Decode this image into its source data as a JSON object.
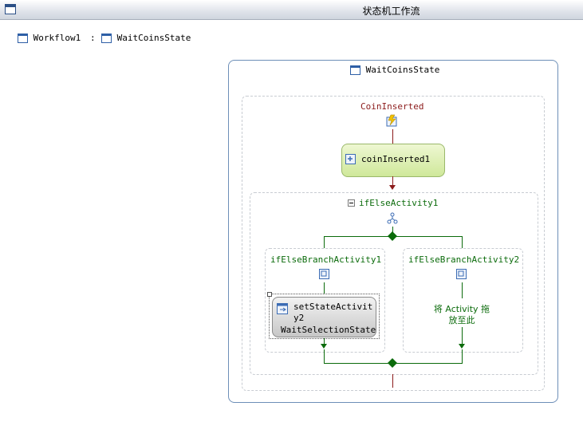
{
  "window": {
    "title": "状态机工作流"
  },
  "breadcrumb": {
    "root": "Workflow1",
    "separator": ":",
    "current": "WaitCoinsState"
  },
  "state": {
    "title": "WaitCoinsState"
  },
  "event_driven": {
    "label": "CoinInserted"
  },
  "handle_external_event": {
    "label": "coinInserted1"
  },
  "if_else": {
    "label": "ifElseActivity1"
  },
  "branch1": {
    "label": "ifElseBranchActivity1"
  },
  "branch2": {
    "label": "ifElseBranchActivity2",
    "drop_hint": "将 Activity 拖\n放至此"
  },
  "set_state": {
    "name_line1": "setStateActivit",
    "name_line2": "y2",
    "target": "WaitSelectionState"
  },
  "colors": {
    "frame": "#6d8fb8",
    "dark_red": "#8b1a1a",
    "green": "#0b6b0b",
    "activity_green": "#dcefa8"
  }
}
